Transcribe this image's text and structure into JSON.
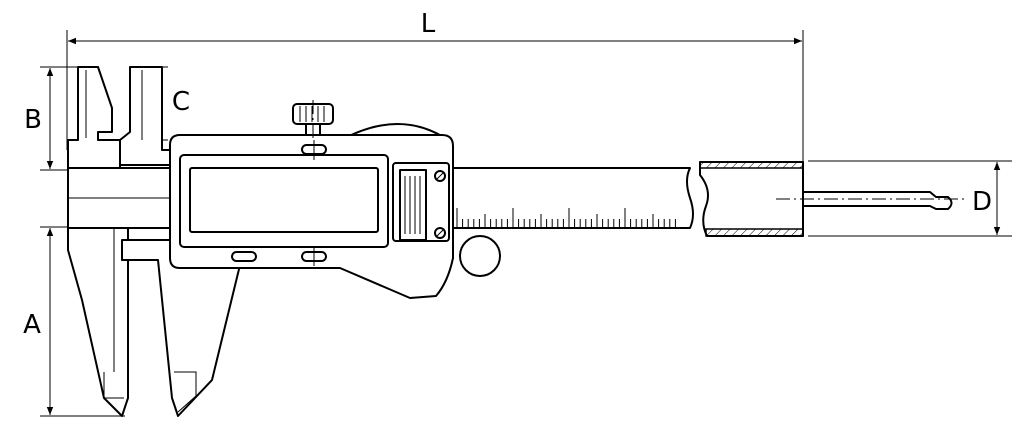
{
  "diagram": {
    "subject": "digital-caliper",
    "dimensions": {
      "L": "L",
      "A": "A",
      "B": "B",
      "C": "C",
      "D": "D"
    },
    "colors": {
      "line": "#000000",
      "background": "#ffffff",
      "hatch": "#000000"
    }
  }
}
